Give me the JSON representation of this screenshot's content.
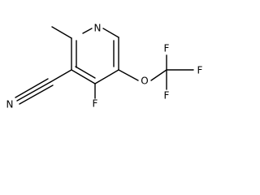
{
  "molecule": {
    "atoms": {
      "n_ring": "N",
      "n_nitrile": "N",
      "f_ring": "F",
      "o_ether": "O",
      "f_top": "F",
      "f_right": "F",
      "f_bottom": "F"
    }
  },
  "colors": {
    "bond": "#000000",
    "label": "#000000",
    "background": "#ffffff"
  }
}
